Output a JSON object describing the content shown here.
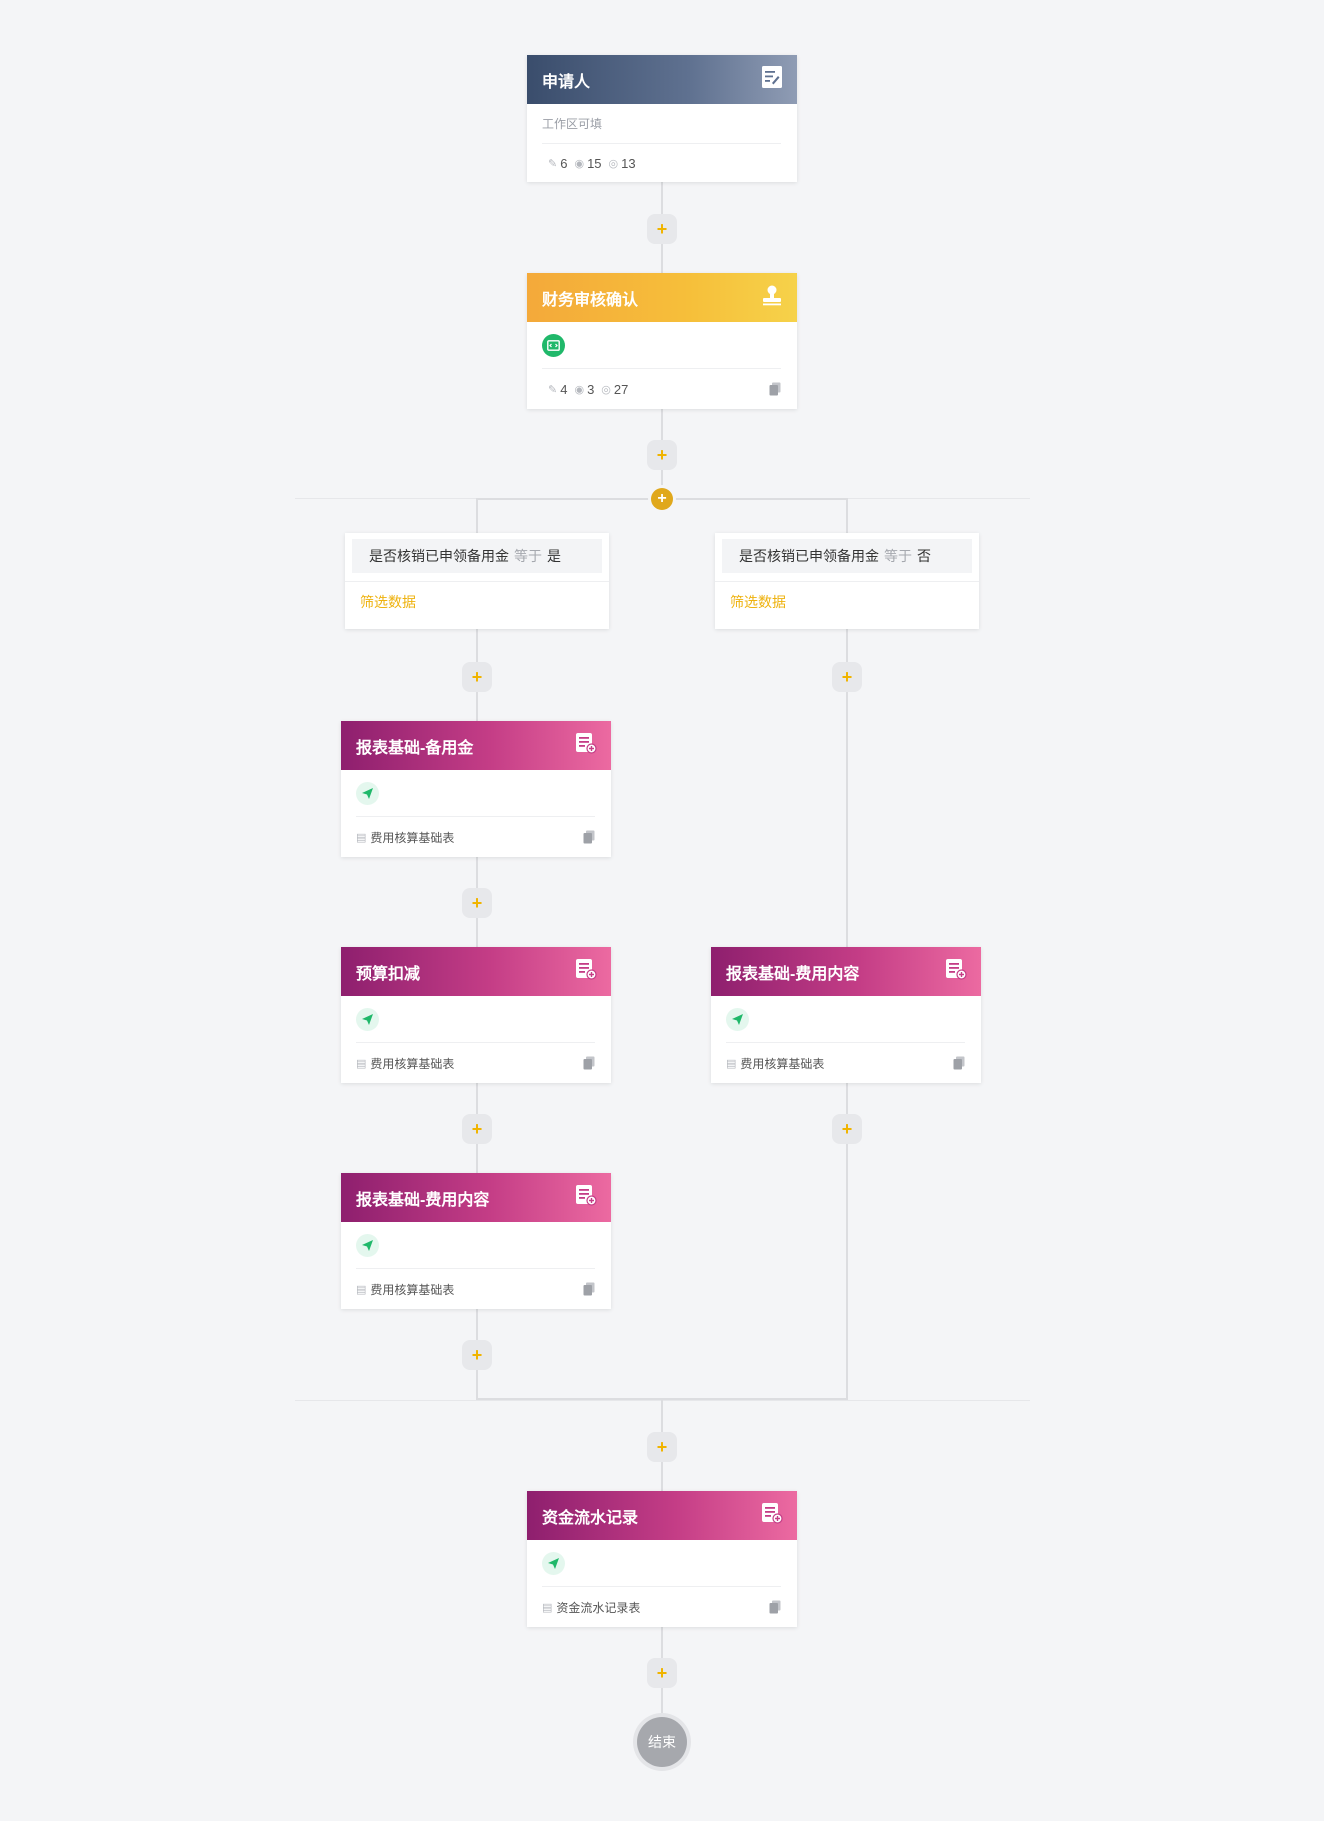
{
  "nodes": {
    "applicant": {
      "title": "申请人",
      "hint": "工作区可填",
      "edit_count": "6",
      "view_count": "15",
      "hidden_count": "13"
    },
    "finance_review": {
      "title": "财务审核确认",
      "edit_count": "4",
      "view_count": "3",
      "hidden_count": "27"
    },
    "branch_left": {
      "field": "是否核销已申领备用金",
      "op": "等于",
      "value": "是",
      "filter": "筛选数据"
    },
    "branch_right": {
      "field": "是否核销已申领备用金",
      "op": "等于",
      "value": "否",
      "filter": "筛选数据"
    },
    "report_reserve": {
      "title": "报表基础-备用金",
      "table": "费用核算基础表"
    },
    "budget_deduct": {
      "title": "预算扣减",
      "table": "费用核算基础表"
    },
    "report_expense_left": {
      "title": "报表基础-费用内容",
      "table": "费用核算基础表"
    },
    "report_expense_right": {
      "title": "报表基础-费用内容",
      "table": "费用核算基础表"
    },
    "fund_flow": {
      "title": "资金流水记录",
      "table": "资金流水记录表"
    },
    "end": {
      "label": "结束"
    }
  },
  "add_symbol": "+",
  "colors": {
    "accent": "#f0b400",
    "slate": "#3a4d6c",
    "orange": "#f4a93a",
    "magenta": "#c43d86",
    "green": "#20b86a"
  }
}
